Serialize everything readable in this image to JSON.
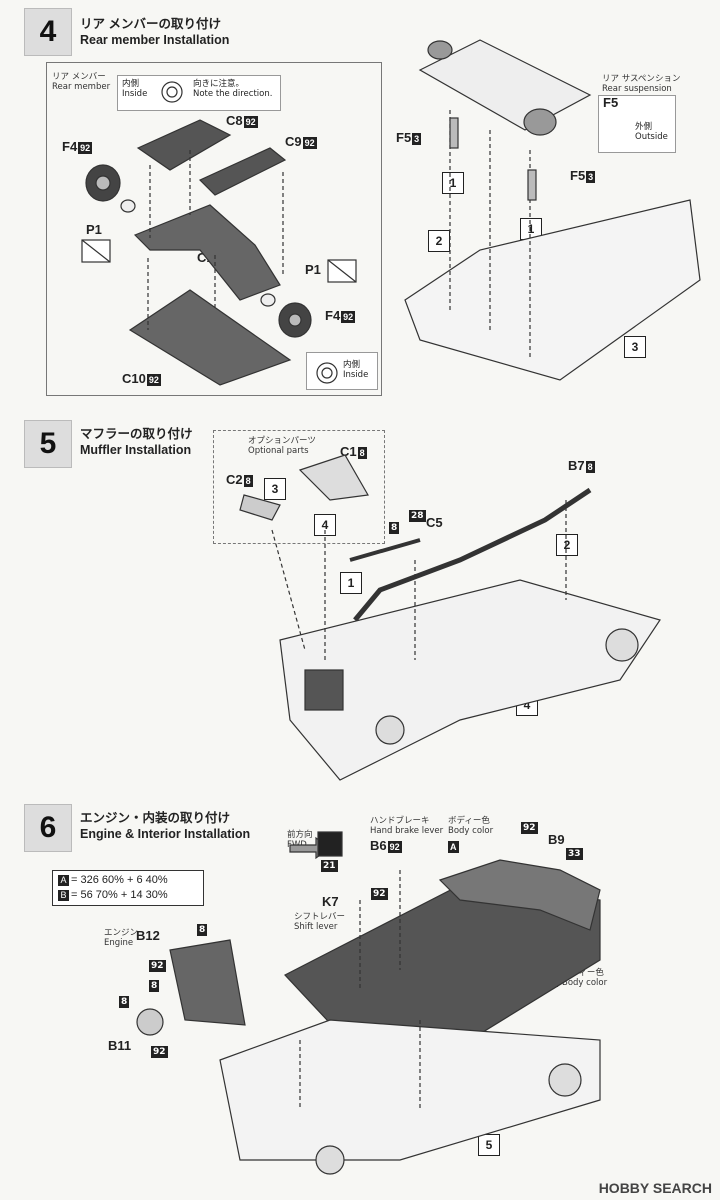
{
  "steps": [
    {
      "number": "4",
      "title_jp": "リア メンバーの取り付け",
      "title_en": "Rear member Installation"
    },
    {
      "number": "5",
      "title_jp": "マフラーの取り付け",
      "title_en": "Muffler Installation"
    },
    {
      "number": "6",
      "title_jp": "エンジン・内装の取り付け",
      "title_en": "Engine & Interior Installation"
    }
  ],
  "step4": {
    "panel_label_jp": "リア メンバー",
    "panel_label_en": "Rear member",
    "direction_note": {
      "jp1": "内側",
      "en1": "Inside",
      "jp2": "向きに注意。",
      "en2": "Note the direction."
    },
    "inside_note": {
      "jp": "内側",
      "en": "Inside"
    },
    "parts": {
      "c8": "C8",
      "c9": "C9",
      "f4": "F4",
      "p1": "P1",
      "c11": "C11",
      "c10": "C10",
      "f5": "F5",
      "num92": "92",
      "num3": "3"
    },
    "rear_suspension": {
      "jp": "リア サスペンション",
      "en": "Rear suspension"
    },
    "outside_note": {
      "jp": "外側",
      "en": "Outside"
    },
    "refs": {
      "r1": "1",
      "r2": "2",
      "r3": "3"
    }
  },
  "step5": {
    "option": {
      "jp": "オプションパーツ",
      "en": "Optional parts"
    },
    "parts": {
      "c1": "C1",
      "c2": "C2",
      "b7": "B7",
      "c5": "C5",
      "num8": "8",
      "num28": "28"
    },
    "refs": {
      "r1": "1",
      "r2": "2",
      "r3": "3",
      "r4": "4",
      "r_prev": "4"
    }
  },
  "step6": {
    "mix1": {
      "letter": "A",
      "text": "= 326 60% + 6 40%"
    },
    "mix2": {
      "letter": "B",
      "text": "= 56 70% + 14 30%"
    },
    "fwd": {
      "jp": "前方向",
      "en": "FWD"
    },
    "handbrake": {
      "jp": "ハンドブレーキ",
      "en": "Hand brake lever"
    },
    "body_color": {
      "jp": "ボディー色",
      "en": "Body color"
    },
    "shift": {
      "jp": "シフトレバー",
      "en": "Shift lever"
    },
    "engine": {
      "jp": "エンジン",
      "en": "Engine"
    },
    "parts": {
      "b6": "B6",
      "b9": "B9",
      "k7": "K7",
      "b12": "B12",
      "b11": "B11",
      "a": "A",
      "num92": "92",
      "num33": "33",
      "num21": "21",
      "num8": "8"
    },
    "ref_prev": "5"
  },
  "footer": "HOBBY SEARCH"
}
